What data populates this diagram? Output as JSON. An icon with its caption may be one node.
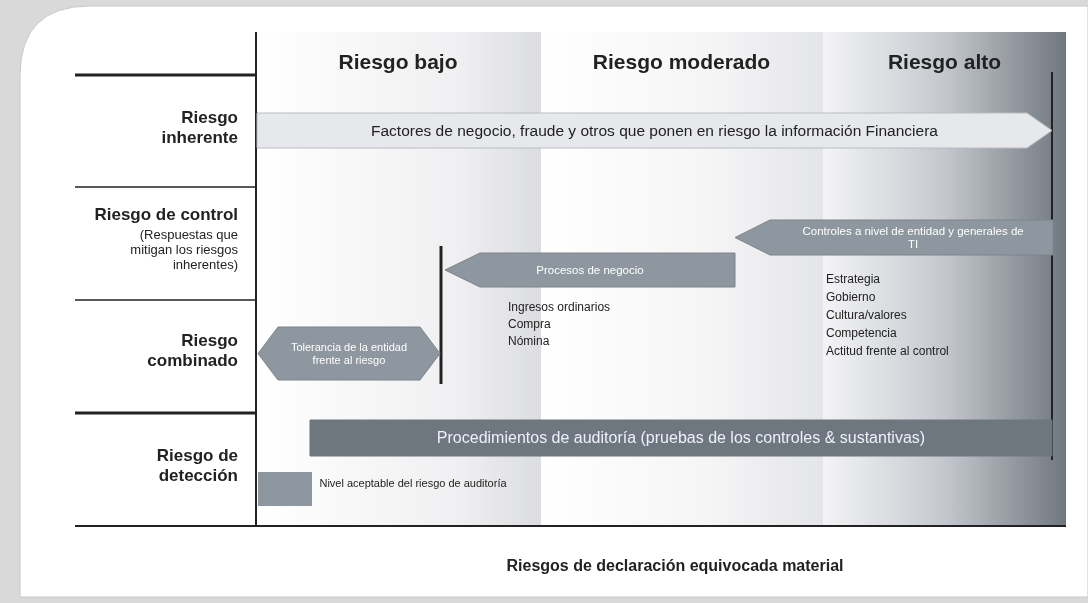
{
  "diagram": {
    "nodes": [
      {
        "text": [
          "Factores de negocio, fraude y otros que ponen en riesgo la información Financiera"
        ]
      },
      {
        "text": [
          "Controles a nivel de entidad y generales de TI"
        ],
        "beside": [
          "Estrategia",
          "Gobierno",
          "Cultura/valores",
          "Competencia",
          "Actitud frente al control"
        ]
      },
      {
        "text": [
          "Procesos de negocio"
        ],
        "beside": [
          "Ingresos ordinarios",
          "Compra",
          "Nómina"
        ]
      },
      {
        "text": [
          "Tolerancia de la entidad frente al riesgo"
        ]
      },
      {
        "text": [
          "Procedimientos de auditoría (pruebas de los controles & sustantivas)"
        ]
      }
    ],
    "edges": [],
    "labels": [
      "Riesgo bajo",
      "Riesgo moderado",
      "Riesgo alto",
      "Riesgo inherente",
      "Riesgo de control",
      "(Respuestas que mitigan los riesgos inherentes)",
      "Riesgo combinado",
      "Riesgo de detección",
      "Riesgos de declaración equivocada material"
    ],
    "legend": [
      {
        "text": "Nivel aceptable del riesgo de auditoría",
        "color": "#8e979f"
      }
    ]
  }
}
